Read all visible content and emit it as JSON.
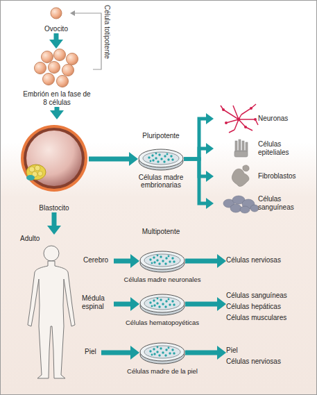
{
  "diagram": {
    "nodes": [
      {
        "text": [
          "Ovocito"
        ]
      },
      {
        "text": [
          "Embrión en la fase de 8 células"
        ]
      },
      {
        "text": [
          "Blastocito"
        ]
      },
      {
        "text": [
          "Células madre embrionarias"
        ]
      },
      {
        "text": [
          "Neuronas"
        ]
      },
      {
        "text": [
          "Células epiteliales"
        ]
      },
      {
        "text": [
          "Fibroblastos"
        ]
      },
      {
        "text": [
          "Células sanguíneas"
        ]
      },
      {
        "text": [
          "Adulto"
        ]
      },
      {
        "text": [
          "Cerebro"
        ]
      },
      {
        "text": [
          "Células madre neuronales"
        ]
      },
      {
        "text": [
          "Células nerviosas"
        ]
      },
      {
        "text": [
          "Médula espinal"
        ]
      },
      {
        "text": [
          "Células hematopoyéticas"
        ]
      },
      {
        "text": [
          "Células sanguíneas",
          "Células hepáticas",
          "Células musculares"
        ]
      },
      {
        "text": [
          "Piel"
        ]
      },
      {
        "text": [
          "Células madre de la piel"
        ]
      },
      {
        "text": [
          "Piel",
          "Células nerviosas"
        ]
      }
    ],
    "edges": [
      {
        "from": 0,
        "to": 1,
        "arrow": "to"
      },
      {
        "from": 1,
        "to": 0,
        "label": "Célula totipotente",
        "arrow": "to"
      },
      {
        "from": 1,
        "to": 2,
        "arrow": "to"
      },
      {
        "from": 2,
        "to": 3,
        "arrow": "to"
      },
      {
        "from": 3,
        "to": 4,
        "arrow": "to"
      },
      {
        "from": 3,
        "to": 5,
        "arrow": "to"
      },
      {
        "from": 3,
        "to": 6,
        "arrow": "to"
      },
      {
        "from": 3,
        "to": 7,
        "arrow": "to"
      },
      {
        "from": 2,
        "to": 8,
        "arrow": "to"
      },
      {
        "from": 9,
        "to": 10,
        "arrow": "to"
      },
      {
        "from": 10,
        "to": 11,
        "arrow": "to"
      },
      {
        "from": 12,
        "to": 13,
        "arrow": "to"
      },
      {
        "from": 13,
        "to": 14,
        "arrow": "to"
      },
      {
        "from": 15,
        "to": 16,
        "arrow": "to"
      },
      {
        "from": 16,
        "to": 17,
        "arrow": "to"
      }
    ],
    "labels": [
      "Pluripotente",
      "Multipotente"
    ]
  }
}
